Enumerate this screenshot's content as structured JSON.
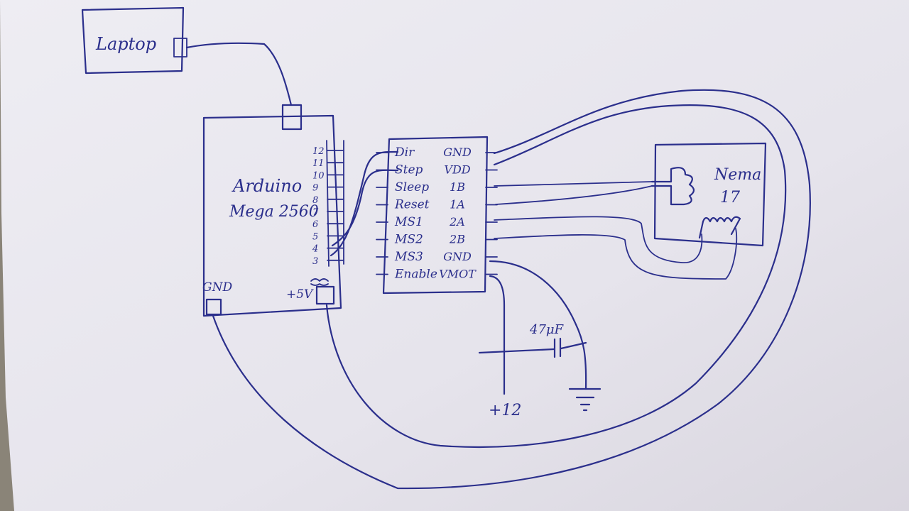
{
  "colors": {
    "ink": "#2b2f8c",
    "paper": "#e9e7ee",
    "background": "#8a8478"
  },
  "laptop": {
    "label": "Laptop"
  },
  "arduino": {
    "name_line1": "Arduino",
    "name_line2": "Mega 2560",
    "pins": [
      "12",
      "11",
      "10",
      "9",
      "8",
      "7",
      "6",
      "5",
      "4",
      "3"
    ],
    "gnd_label": "GND",
    "power_label": "+5V"
  },
  "driver": {
    "left_pins": [
      "Dir",
      "Step",
      "Sleep",
      "Reset",
      "MS1",
      "MS2",
      "MS3",
      "Enable"
    ],
    "right_pins": [
      "GND",
      "VDD",
      "1B",
      "1A",
      "2A",
      "2B",
      "GND",
      "VMOT"
    ]
  },
  "motor": {
    "label_line1": "Nema",
    "label_line2": "17"
  },
  "capacitor": {
    "label": "47μF"
  },
  "supply": {
    "label": "+12"
  },
  "ground": {
    "icon": "ground-icon"
  }
}
